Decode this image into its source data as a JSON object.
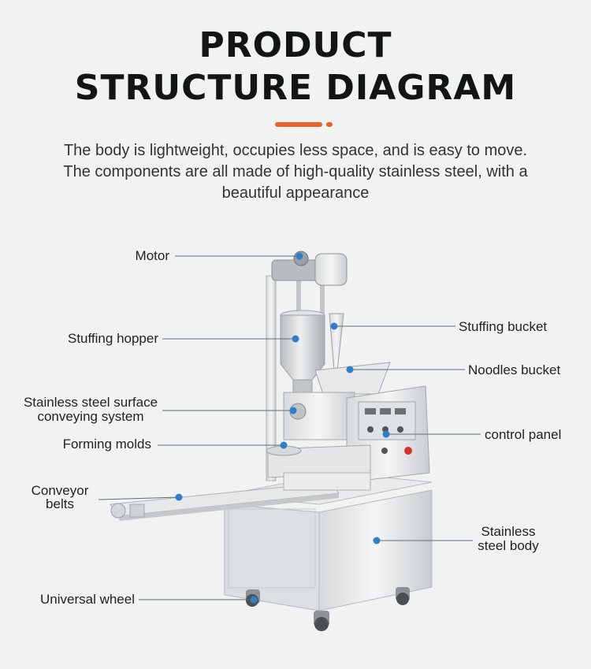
{
  "header": {
    "title_line1": "PRODUCT",
    "title_line2": "STRUCTURE DIAGRAM",
    "accent_color": "#e8622a"
  },
  "description": {
    "line1": "The body is lightweight, occupies less space, and is easy to move.",
    "line2": "The components are all made of high-quality stainless steel, with a",
    "line3": "beautiful appearance"
  },
  "callout_color": "#2f7fc8",
  "labels": {
    "motor": "Motor",
    "stuffing_hopper": "Stuffing hopper",
    "conveying_line1": "Stainless steel surface",
    "conveying_line2": "conveying system",
    "forming_molds": "Forming molds",
    "conveyor_line1": "Conveyor",
    "conveyor_line2": "belts",
    "universal_wheel": "Universal wheel",
    "stuffing_bucket": "Stuffing bucket",
    "noodles_bucket": "Noodles bucket",
    "control_panel": "control panel",
    "body_line1": "Stainless",
    "body_line2": "steel body"
  }
}
